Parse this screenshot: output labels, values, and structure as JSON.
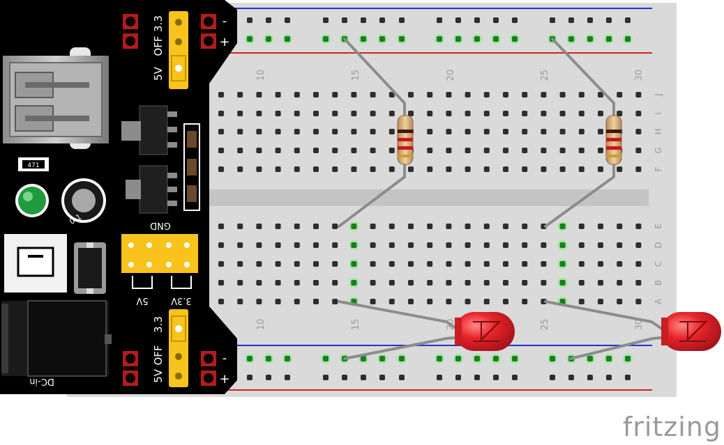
{
  "app": {
    "watermark": "fritzing"
  },
  "breadboard": {
    "column_numbers_top": [
      "10",
      "15",
      "20",
      "25",
      "30"
    ],
    "column_numbers_bottom": [
      "10",
      "15",
      "20",
      "25",
      "30"
    ],
    "row_letters_top": [
      "J",
      "I",
      "H",
      "G",
      "F"
    ],
    "row_letters_bottom": [
      "E",
      "D",
      "C",
      "B",
      "A"
    ]
  },
  "power_module": {
    "jumper_top": {
      "off_label": "OFF",
      "v33_label": "3.3",
      "v5_label": "5V"
    },
    "jumper_bottom": {
      "off_label": "OFF",
      "v33_label": "3.3",
      "v5_label": "5V"
    },
    "rail_top_minus": "-",
    "rail_top_plus": "+",
    "rail_bottom_minus": "-",
    "rail_bottom_plus": "+",
    "gnd_label": "GND",
    "pin_5v_label": "5V",
    "pin_33v_label": "3.3V",
    "dc_label": "DC-in",
    "resistor_code": "471",
    "switch_label": "0 1"
  },
  "colors": {
    "board": "#d9d9d9",
    "pcb": "#000000",
    "rail_blue": "#1c36d8",
    "rail_red": "#d42020",
    "jumper": "#f7c31c",
    "pin_red": "#b31b1b",
    "led_red": "#e8252b",
    "wire": "#8c8c8c",
    "hole_green": "#45d04a"
  },
  "components": {
    "resistors": [
      {
        "id": "R1"
      },
      {
        "id": "R2"
      }
    ],
    "leds": [
      {
        "id": "LED1",
        "color": "red"
      },
      {
        "id": "LED2",
        "color": "red"
      }
    ]
  }
}
